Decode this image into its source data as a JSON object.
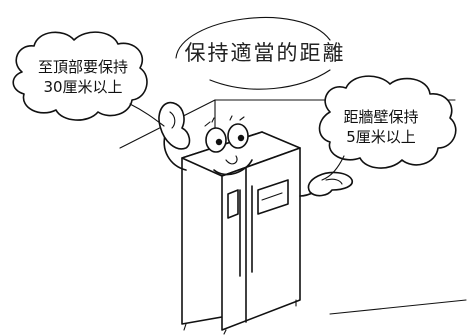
{
  "title": "保持適當的距離",
  "top_bubble": {
    "line1": "至頂部要保持",
    "line2": "30厘米以上"
  },
  "wall_bubble": {
    "line1": "距牆壁保持",
    "line2": "5厘米以上"
  }
}
